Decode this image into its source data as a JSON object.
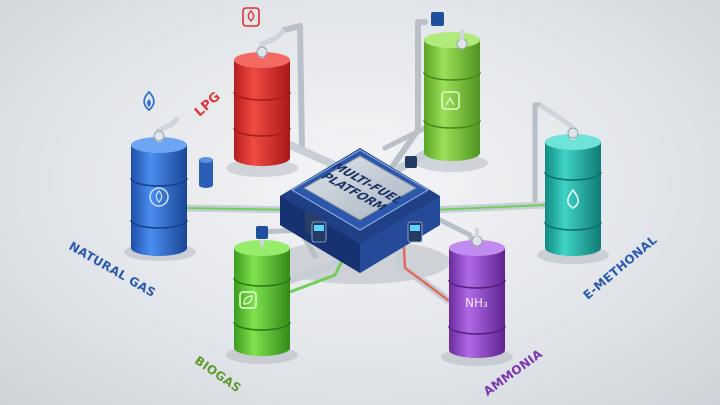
{
  "platform": {
    "line1": "MULTI-FUEL",
    "line2": "PLATFORM"
  },
  "fuels": [
    {
      "id": "natural-gas",
      "label": "NATURAL GAS",
      "color": "#2f6fd6",
      "label_color": "#2a5bb0",
      "icon": "flame-icon"
    },
    {
      "id": "lpg",
      "label": "LPG",
      "color": "#e0302e",
      "label_color": "#d93a36",
      "icon": "flame-hand-icon"
    },
    {
      "id": "biogas",
      "label": "BIOGAS",
      "color": "#55c13a",
      "label_color": "#5d9a2e",
      "icon": "leaf-icon"
    },
    {
      "id": "ammonia",
      "label": "AMMONIA",
      "color": "#8e3fc9",
      "label_color": "#7a35b3",
      "icon": "nh3-icon",
      "icon_text": "NH₃"
    },
    {
      "id": "e-methonal",
      "label": "E-METHONAL",
      "color": "#1fb3a8",
      "label_color": "#2a5bb0",
      "icon": "droplet-icon"
    },
    {
      "id": "green-tank",
      "label": "",
      "color": "#7ccf3a",
      "icon": "plant-box-icon"
    }
  ]
}
